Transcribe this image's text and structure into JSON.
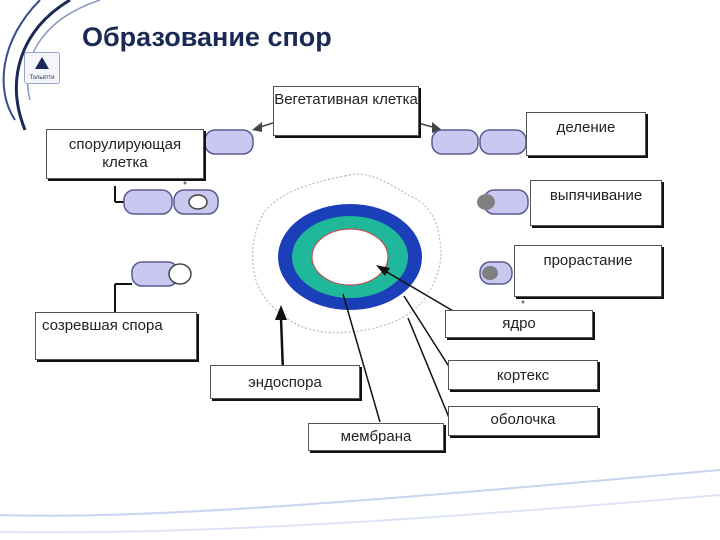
{
  "title": "Образование спор",
  "logo": {
    "text": "Тольятти"
  },
  "labels": {
    "vegetative": "Вегетативная клетка",
    "sporulating": "спорулирующая клетка",
    "division": "деление",
    "budding": "выпячивание",
    "germination": "прорастание",
    "mature_spore": "созревшая спора",
    "nucleus": "ядро",
    "endospore": "эндоспора",
    "cortex": "кортекс",
    "membrane": "мембрана",
    "shell": "оболочка"
  },
  "colors": {
    "cell_fill": "#c8c8f0",
    "cell_stroke": "#5a5a90",
    "coat": "#1b3fb8",
    "cortex": "#1fb89a",
    "nucleus_line": "#c05050",
    "title": "#1a2a55"
  }
}
